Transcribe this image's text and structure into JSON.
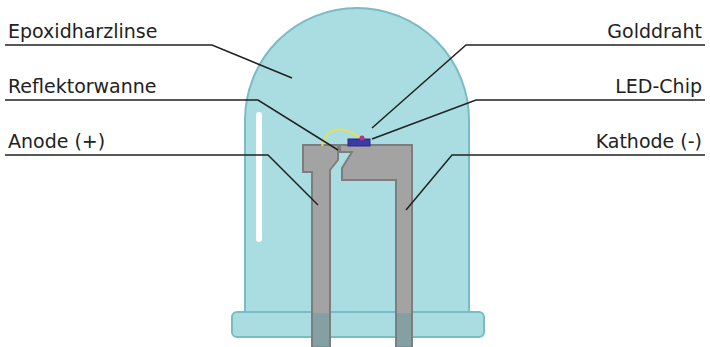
{
  "diagram": {
    "labels": [
      "Epoxidharzlinse",
      "Golddraht",
      "Reflektorwanne",
      "LED-Chip",
      "Anode (+)",
      "Kathode (-)"
    ]
  }
}
